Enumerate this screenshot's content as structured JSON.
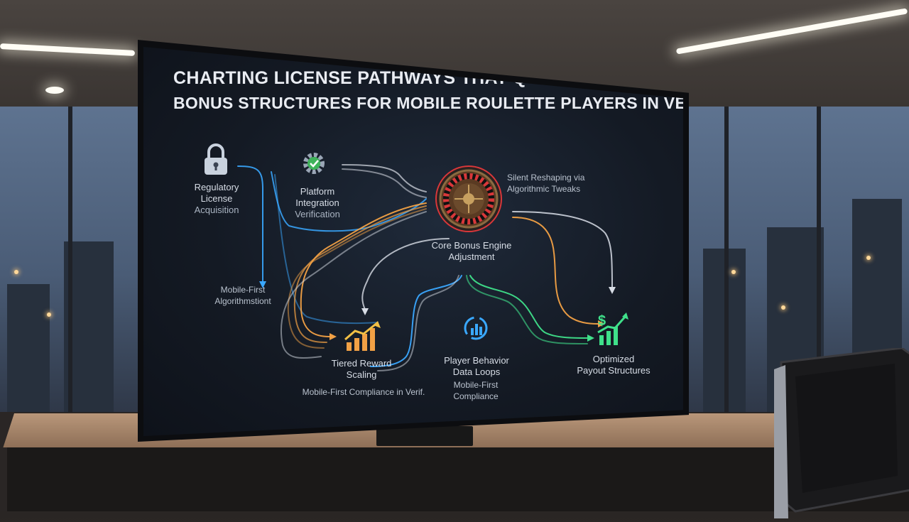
{
  "title": {
    "line1": "Charting License Pathways That Quietly Reshape",
    "line2": "Bonus Structures for Mobile Roulette Players in Verif"
  },
  "nodes": {
    "regulatory": {
      "line1": "Regulatory",
      "line2": "License",
      "line3": "Acquisition",
      "icon": "padlock-icon"
    },
    "platform": {
      "line1": "Platform",
      "line2": "Integration",
      "line3": "Verification",
      "icon": "gear-check-icon"
    },
    "core": {
      "line1": "Core Bonus Engine",
      "line2": "Adjustment",
      "icon": "roulette-wheel-icon"
    },
    "tiered": {
      "line1": "Tiered Reward",
      "line2": "Scaling",
      "icon": "bar-chart-up-icon"
    },
    "player": {
      "line1": "Player Behavior",
      "line2": "Data Loops",
      "icon": "cycle-chart-icon"
    },
    "payout": {
      "line1": "Optimized",
      "line2": "Payout Structures",
      "icon": "dollar-growth-icon"
    }
  },
  "annotations": {
    "silent_line1": "Silent Reshaping via",
    "silent_line2": "Algorithmic Tweaks",
    "mobile_first_line1": "Mobile-First",
    "mobile_first_line2": "Algorithmstiont",
    "compliance_wide": "Mobile-First Compliance in Verif.",
    "compliance_line1": "Mobile-First",
    "compliance_line2": "Compliance"
  },
  "colors": {
    "blue": "#3aa8ff",
    "orange": "#f2a145",
    "white": "#d8dde6",
    "green": "#3fe08a",
    "red": "#d9373a",
    "screen_bg": "#141a24"
  }
}
